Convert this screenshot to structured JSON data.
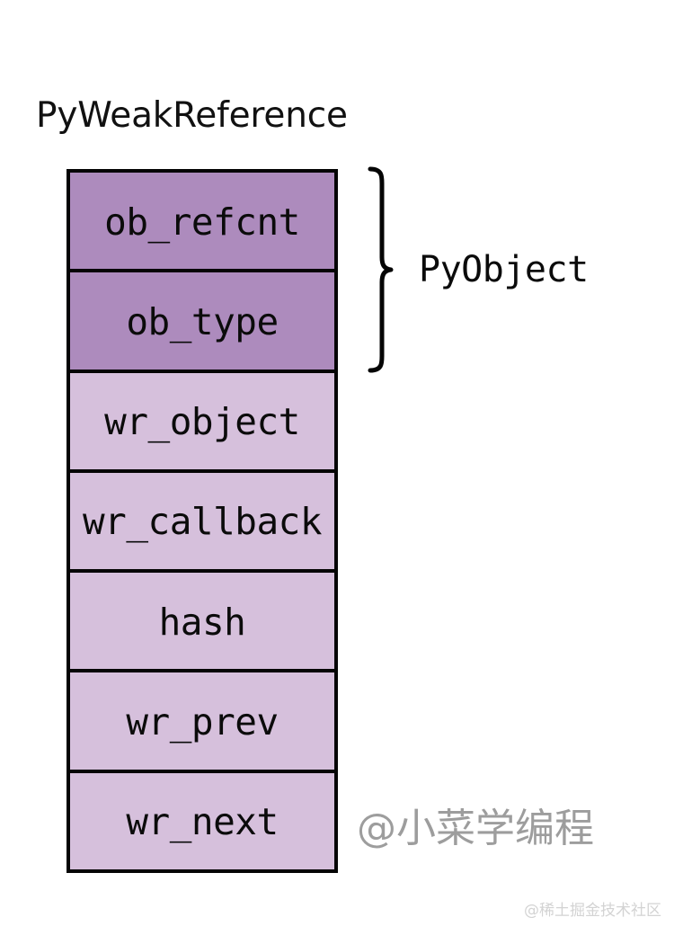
{
  "diagram": {
    "title": "PyWeakReference",
    "fields": [
      {
        "label": "ob_refcnt",
        "tone": "dark"
      },
      {
        "label": "ob_type",
        "tone": "dark"
      },
      {
        "label": "wr_object",
        "tone": "light"
      },
      {
        "label": "wr_callback",
        "tone": "light"
      },
      {
        "label": "hash",
        "tone": "light"
      },
      {
        "label": "wr_prev",
        "tone": "light"
      },
      {
        "label": "wr_next",
        "tone": "light"
      }
    ],
    "group_annotation": {
      "label": "PyObject",
      "brace_icon": "curly-brace-right-icon",
      "spans_fields": [
        "ob_refcnt",
        "ob_type"
      ]
    },
    "colors": {
      "field_dark": "#ad8bbd",
      "field_light": "#d6c0dc",
      "border": "#050505",
      "text": "#0b0b0b",
      "background": "#ffffff",
      "watermark": "#9d9d9d",
      "footer_watermark": "#d3d3d3"
    }
  },
  "watermarks": {
    "author": "@小菜学编程",
    "site": "@稀土掘金技术社区"
  }
}
